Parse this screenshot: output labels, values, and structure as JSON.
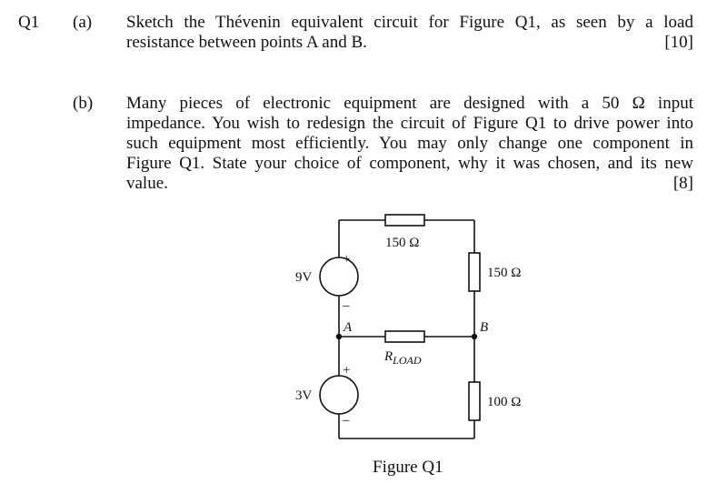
{
  "question": {
    "number": "Q1",
    "part_a": {
      "label": "(a)",
      "lines": [
        "Sketch the Thévenin equivalent circuit for Figure Q1, as seen by a load",
        "resistance between points A and B."
      ],
      "marks": "[10]"
    },
    "part_b": {
      "label": "(b)",
      "lines": [
        "Many pieces of electronic equipment are designed with a 50 Ω input",
        "impedance. You wish to redesign the circuit of Figure Q1 to drive power into",
        "such equipment most efficiently. You may only change one component in",
        "Figure Q1. State your choice of component, why it was chosen, and its new",
        "value."
      ],
      "marks": "[8]"
    }
  },
  "figure": {
    "caption": "Figure Q1",
    "labels": {
      "r_top": "150 Ω",
      "r_right": "150 Ω",
      "r_bottom": "100 Ω",
      "r_load": "R",
      "r_load_sub": "LOAD",
      "v1": "9V",
      "v2": "3V",
      "node_a": "A",
      "node_b": "B",
      "plus": "+",
      "minus": "–"
    }
  }
}
